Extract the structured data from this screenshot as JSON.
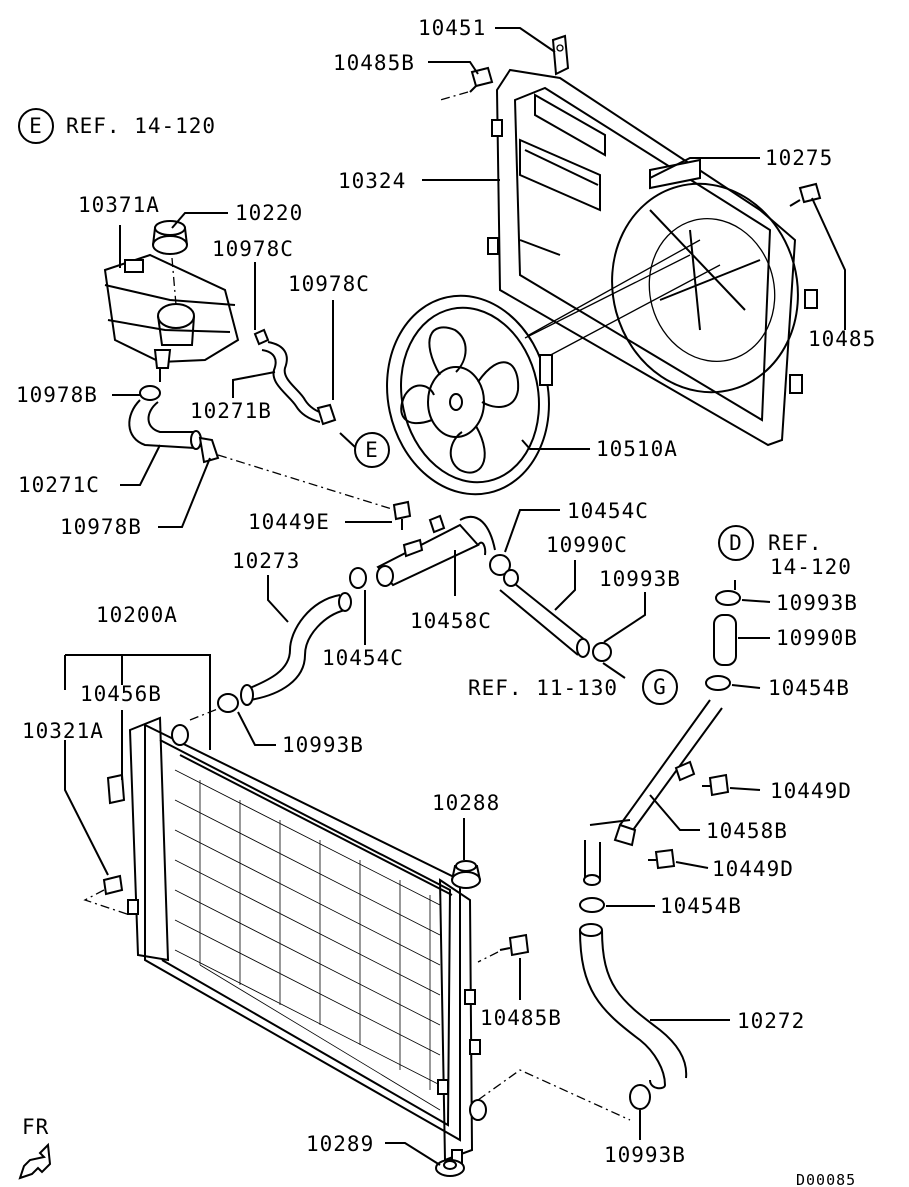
{
  "diagram": {
    "part_labels": [
      "10451",
      "10485B",
      "10324",
      "10275",
      "10485",
      "10371A",
      "10220",
      "10978C",
      "10978C",
      "10978B",
      "10271B",
      "10271C",
      "10978B",
      "10510A",
      "10449E",
      "10454C",
      "10990C",
      "10273",
      "10458C",
      "10454C",
      "10993B",
      "10200A",
      "10456B",
      "10321A",
      "10993B",
      "10993B",
      "10990B",
      "10454B",
      "10449D",
      "10458B",
      "10449D",
      "10454B",
      "10288",
      "10485B",
      "10272",
      "10289",
      "10993B"
    ],
    "references": [
      {
        "badge": "E",
        "text": "REF. 14-120"
      },
      {
        "badge": "D",
        "line1": "REF.",
        "line2": "14-120"
      },
      {
        "badge": "G",
        "text": "REF. 11-130"
      }
    ],
    "connector_badges": [
      "E"
    ],
    "orientation": "FR",
    "drawing_code": "D00085"
  }
}
